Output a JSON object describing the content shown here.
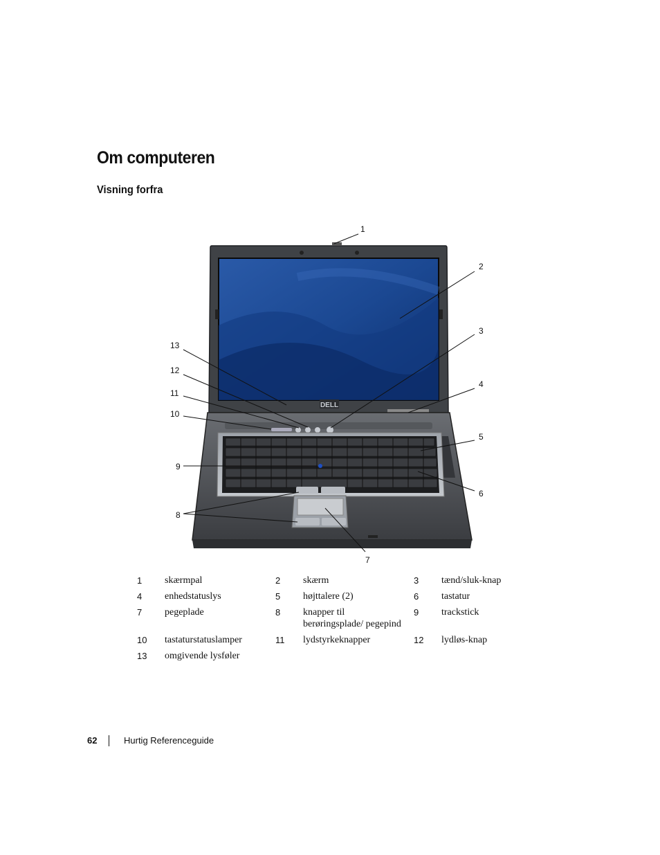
{
  "page": {
    "heading": "Om computeren",
    "subheading": "Visning forfra"
  },
  "figure": {
    "logo_text": "DELL",
    "callouts": [
      "1",
      "2",
      "3",
      "4",
      "5",
      "6",
      "7",
      "8",
      "9",
      "10",
      "11",
      "12",
      "13"
    ]
  },
  "legend": {
    "rows": [
      [
        {
          "n": "1",
          "t": "skærmpal"
        },
        {
          "n": "2",
          "t": "skærm"
        },
        {
          "n": "3",
          "t": "tænd/sluk-knap"
        }
      ],
      [
        {
          "n": "4",
          "t": "enhedstatuslys"
        },
        {
          "n": "5",
          "t": "højttalere (2)"
        },
        {
          "n": "6",
          "t": "tastatur"
        }
      ],
      [
        {
          "n": "7",
          "t": "pegeplade"
        },
        {
          "n": "8",
          "t": "knapper til berøringsplade/ pegepind"
        },
        {
          "n": "9",
          "t": "trackstick"
        }
      ],
      [
        {
          "n": "10",
          "t": "tastaturstatuslamper"
        },
        {
          "n": "11",
          "t": "lydstyrkeknapper"
        },
        {
          "n": "12",
          "t": "lydløs-knap"
        }
      ],
      [
        {
          "n": "13",
          "t": "omgivende lysføler"
        },
        {
          "n": "",
          "t": ""
        },
        {
          "n": "",
          "t": ""
        }
      ]
    ]
  },
  "footer": {
    "page_number": "62",
    "title": "Hurtig Referenceguide"
  }
}
